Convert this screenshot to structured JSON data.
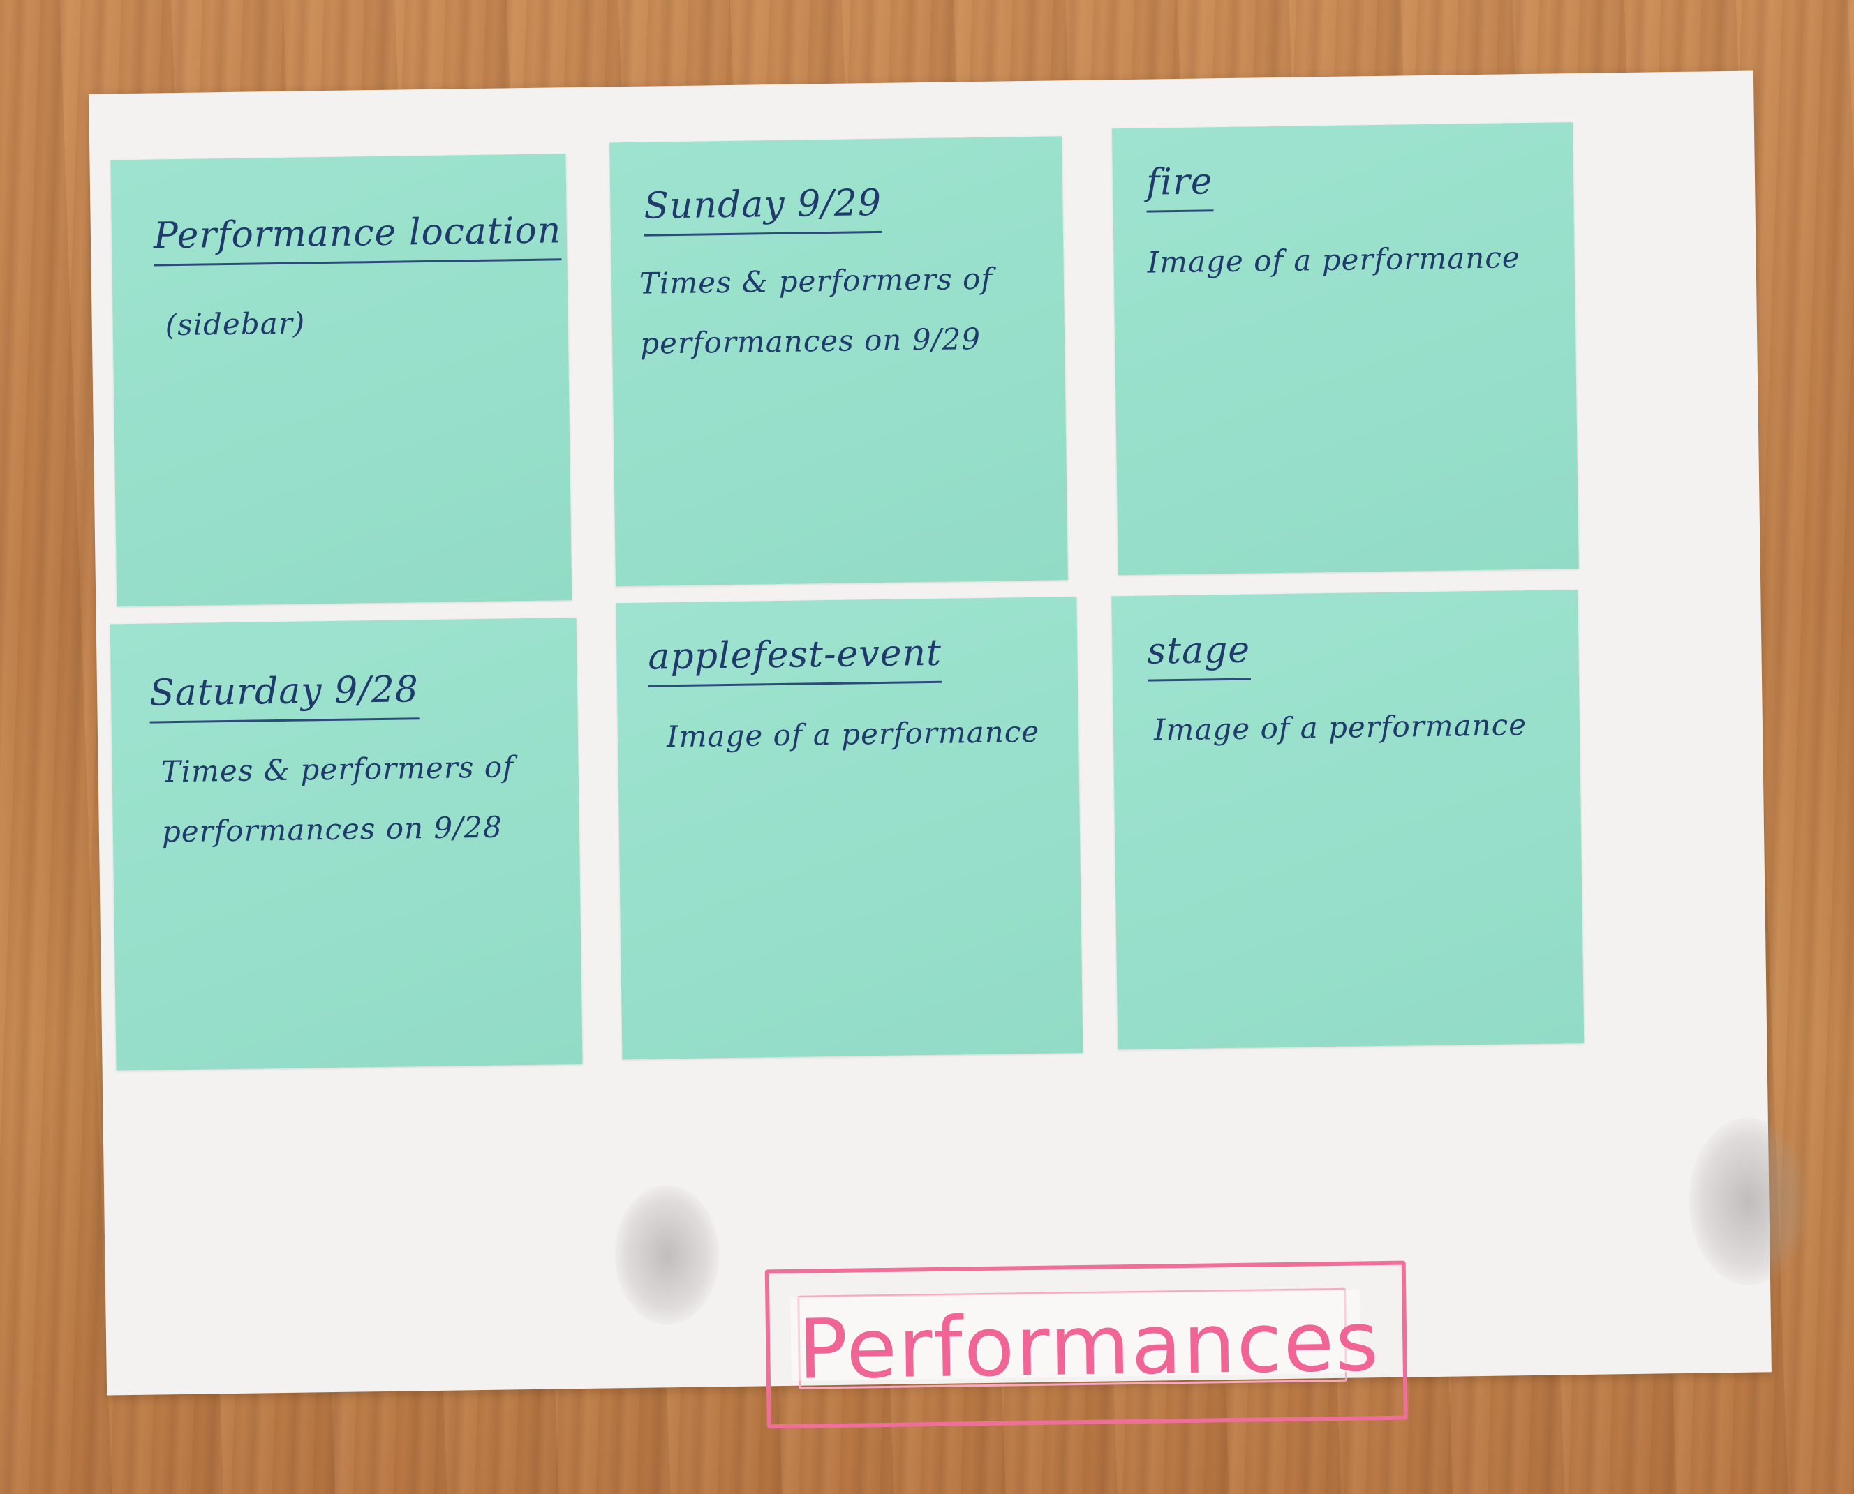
{
  "notes": [
    {
      "title": "Performance location",
      "body": "(sidebar)"
    },
    {
      "title": "Sunday 9/29",
      "body": "Times & performers of performances on 9/29"
    },
    {
      "title": "fire",
      "body": "Image of a performance"
    },
    {
      "title": "Saturday 9/28",
      "body": "Times & performers of performances on 9/28"
    },
    {
      "title": "applefest-event",
      "body": "Image of a performance"
    },
    {
      "title": "stage",
      "body": "Image of a performance"
    }
  ],
  "page": {
    "title": "Performances"
  },
  "colors": {
    "note": "#97dfca",
    "ink": "#1f3a6b",
    "title_ink": "#f06596",
    "paper": "#f4f2f0",
    "table": "#c28450"
  }
}
